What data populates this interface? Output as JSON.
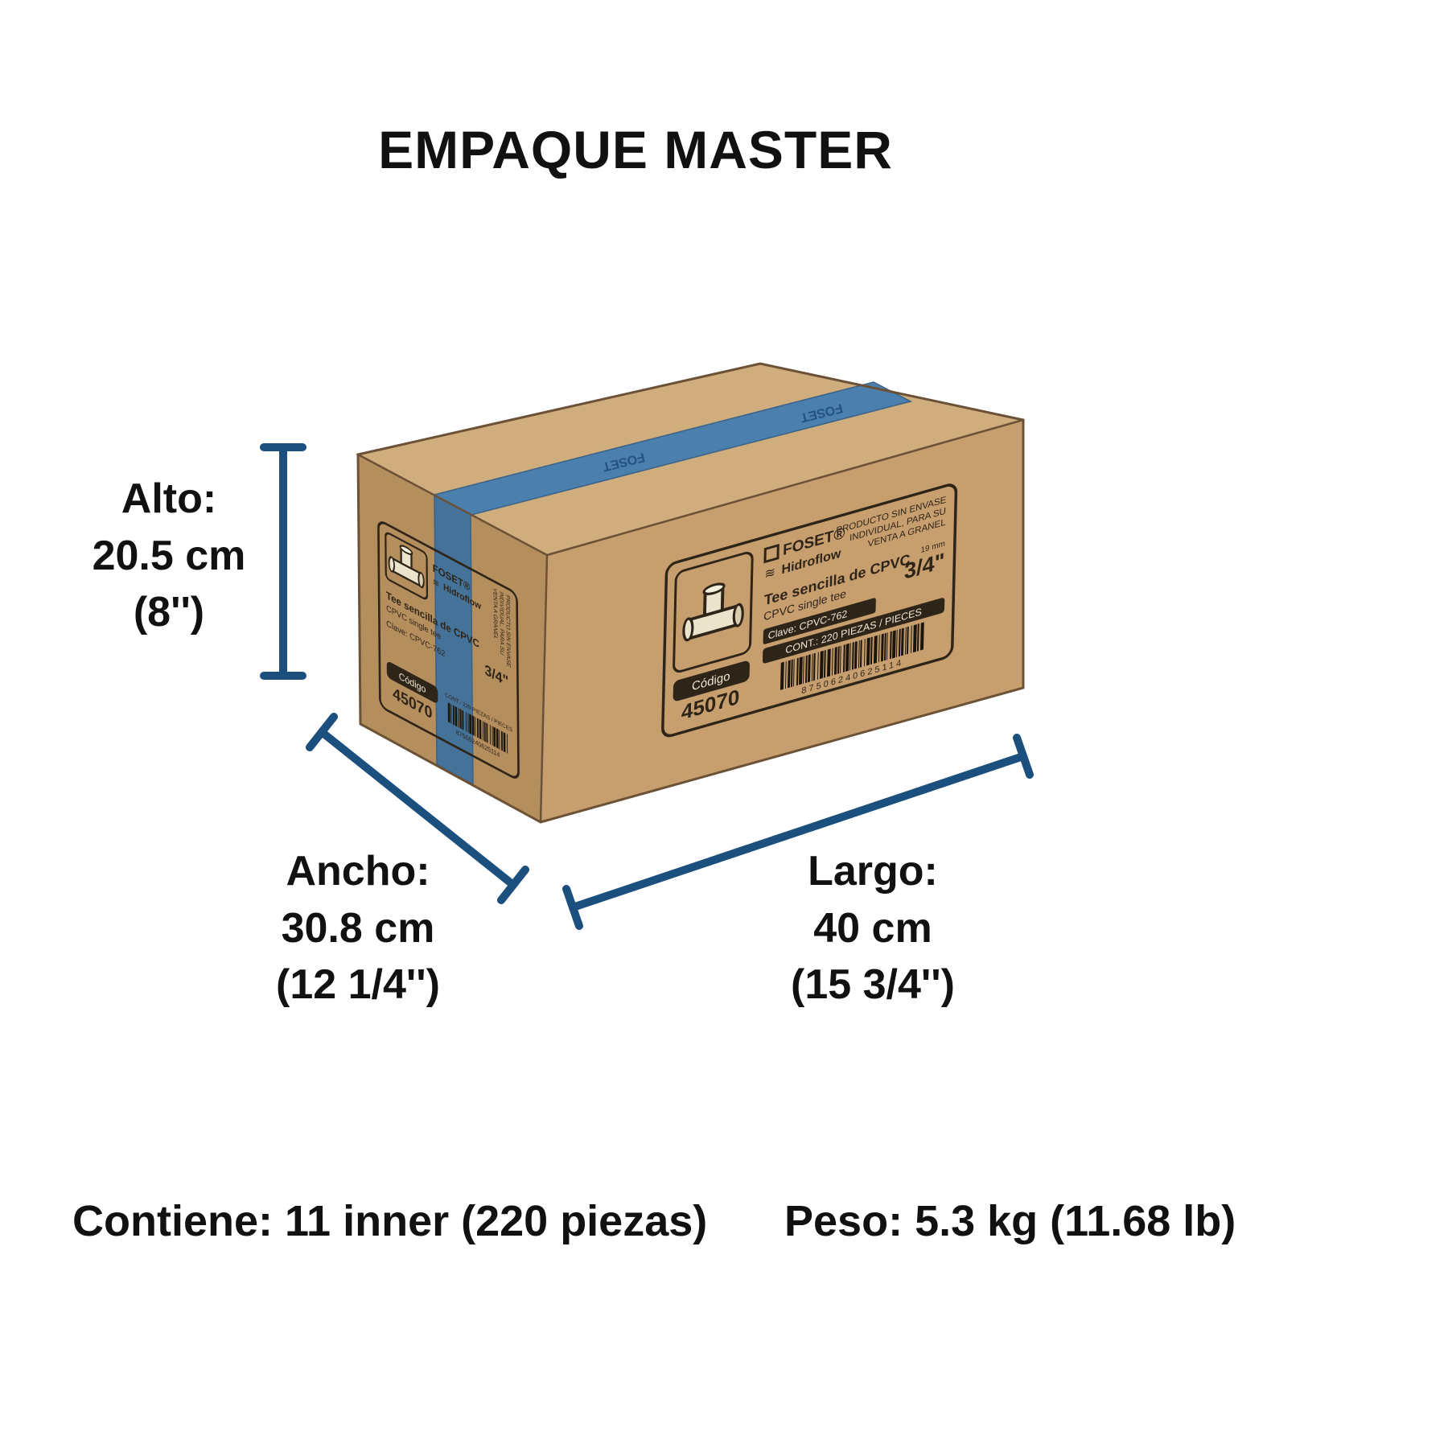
{
  "title": "EMPAQUE MASTER",
  "dimensions": {
    "alto": {
      "label": "Alto:",
      "value": "20.5 cm",
      "inches": "(8'')"
    },
    "ancho": {
      "label": "Ancho:",
      "value": "30.8 cm",
      "inches": "(12 1/4'')"
    },
    "largo": {
      "label": "Largo:",
      "value": "40 cm",
      "inches": "(15 3/4'')"
    }
  },
  "footer": {
    "contiene_label": "Contiene:",
    "contiene_value": " 11 inner (220 piezas)",
    "peso_label": "Peso:",
    "peso_value": " 5.3 kg (11.68 lb)"
  },
  "box": {
    "tape_text": "FOSET",
    "label": {
      "brand": "FOSET®",
      "subbrand": "Hidroflow",
      "notice_line1": "PRODUCTO SIN ENVASE",
      "notice_line2": "INDIVIDUAL, PARA SU",
      "notice_line3": "VENTA A GRANEL",
      "product_es": "Tee sencilla de CPVC",
      "product_en": "CPVC single tee",
      "size_mm": "19 mm",
      "size_in": "3/4\"",
      "clave": "Clave: CPVC-762",
      "cont": "CONT.: 220 PIEZAS / PIECES",
      "barcode_digits": "87506240625114",
      "codigo_label": "Código",
      "codigo_value": "45070"
    }
  },
  "icons": {
    "wave": "≋"
  },
  "colors": {
    "accent_dimension": "#1b4f7d",
    "tape_blue": "#4b7fae",
    "cardboard_top": "#d0ad7d",
    "cardboard_right": "#c79f6f",
    "cardboard_left": "#b58e5e",
    "label_ink": "#2e2418"
  }
}
